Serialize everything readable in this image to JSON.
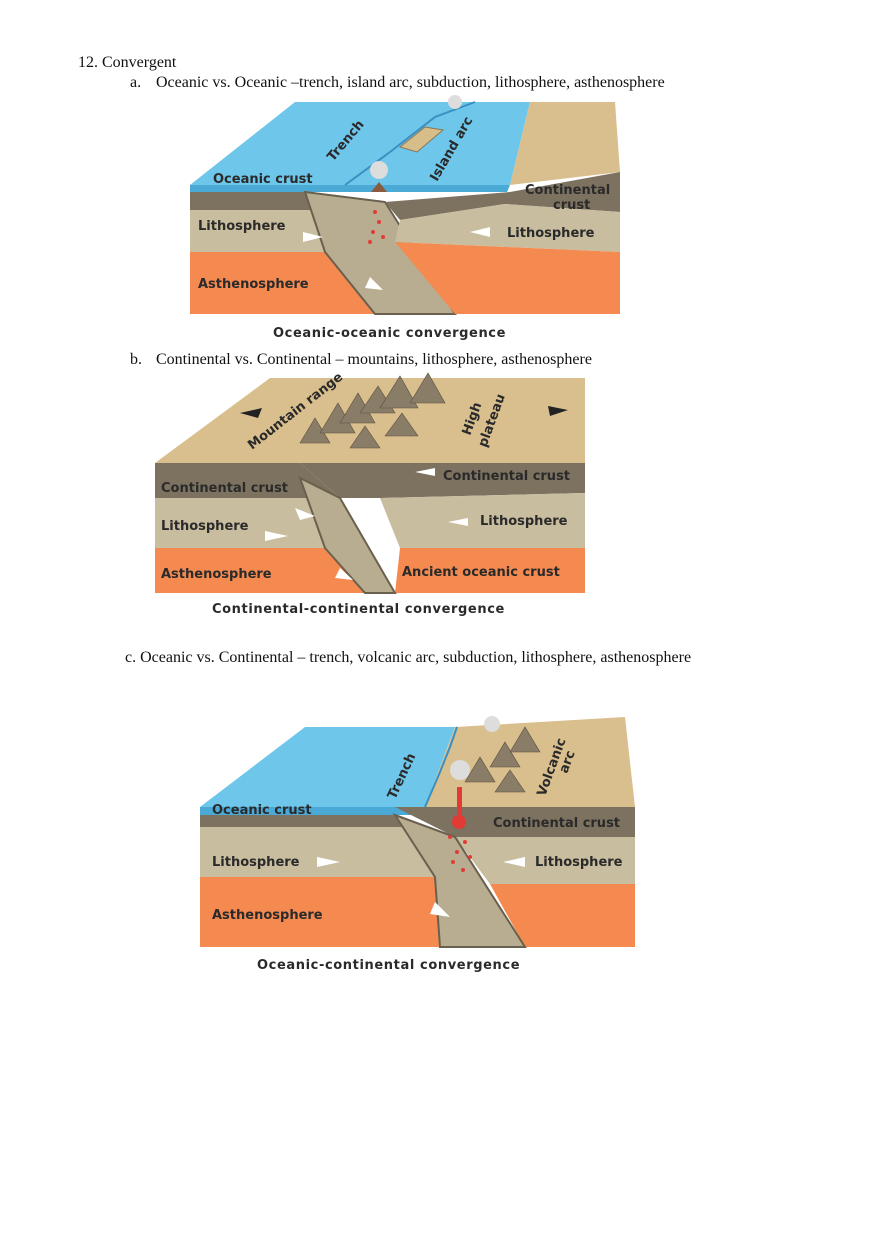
{
  "heading": "12. Convergent",
  "items": [
    {
      "marker": "a.",
      "text": "Oceanic vs. Oceanic –trench, island arc, subduction, lithosphere, asthenosphere",
      "figure": {
        "labels": {
          "trench": "Trench",
          "island_arc": "Island arc",
          "oceanic_crust": "Oceanic crust",
          "continental_crust_1": "Continental",
          "continental_crust_2": "crust",
          "lithosphere_left": "Lithosphere",
          "lithosphere_right": "Lithosphere",
          "asthenosphere": "Asthenosphere"
        },
        "caption": "Oceanic-oceanic convergence"
      }
    },
    {
      "marker": "b.",
      "text": "Continental vs. Continental – mountains, lithosphere, asthenosphere",
      "figure": {
        "labels": {
          "mountain_range": "Mountain range",
          "high": "High",
          "plateau": "plateau",
          "continental_crust_right": "Continental crust",
          "continental_crust_left": "Continental crust",
          "lithosphere_left": "Lithosphere",
          "lithosphere_right": "Lithosphere",
          "asthenosphere": "Asthenosphere",
          "ancient_oceanic_crust": "Ancient oceanic crust"
        },
        "caption": "Continental-continental convergence"
      }
    },
    {
      "marker": "",
      "text": "c. Oceanic vs. Continental – trench, volcanic arc, subduction, lithosphere, asthenosphere",
      "figure": {
        "labels": {
          "trench": "Trench",
          "volcanic": "Volcanic",
          "arc": "arc",
          "oceanic_crust": "Oceanic crust",
          "continental_crust": "Continental crust",
          "lithosphere_left": "Lithosphere",
          "lithosphere_right": "Lithosphere",
          "asthenosphere": "Asthenosphere"
        },
        "caption": "Oceanic-continental convergence"
      }
    }
  ],
  "colors": {
    "ocean": "#6ec6ea",
    "ocean_dark": "#4ba9d6",
    "crust": "#7d7260",
    "lithosphere": "#c9bd9f",
    "asthenosphere": "#f58a50",
    "land": "#d9bf8e",
    "magma": "#e23b35"
  }
}
